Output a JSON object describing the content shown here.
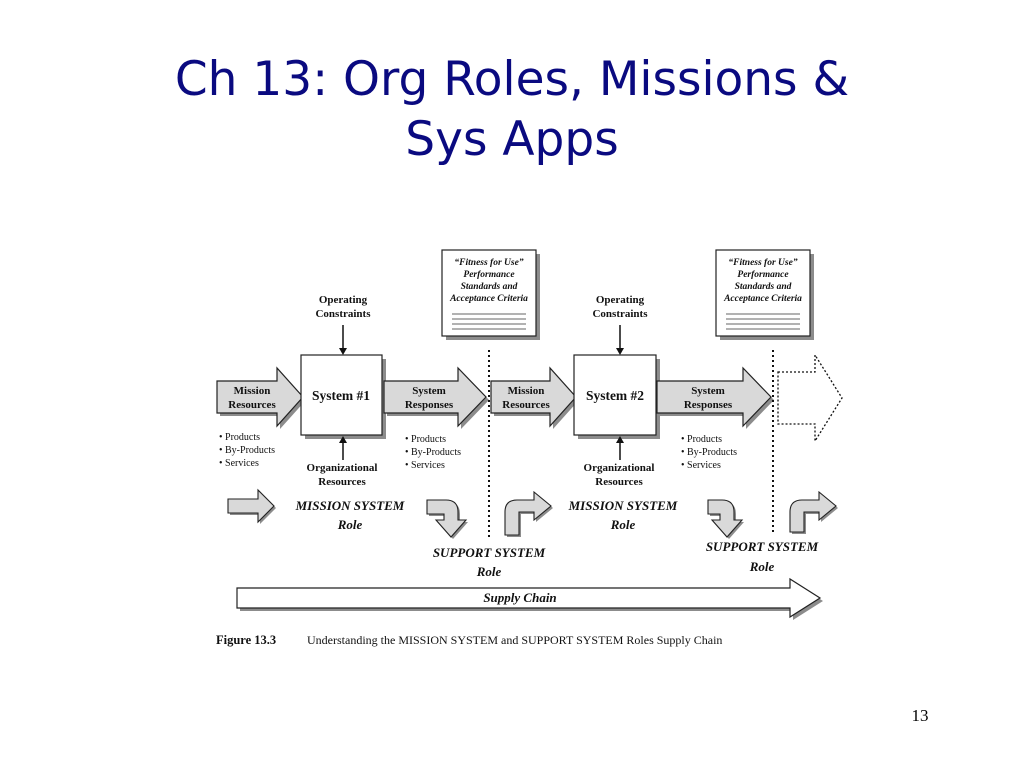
{
  "slide": {
    "title_line1": "Ch 13: Org Roles, Missions &",
    "title_line2": "Sys Apps",
    "page_number": "13"
  },
  "diagram": {
    "fitness_box_lines": [
      "“Fitness for Use”",
      "Performance",
      "Standards and",
      "Acceptance Criteria"
    ],
    "operating_constraints": [
      "Operating",
      "Constraints"
    ],
    "organizational_resources": [
      "Organizational",
      "Resources"
    ],
    "mission_resources": [
      "Mission",
      "Resources"
    ],
    "system_responses": [
      "System",
      "Responses"
    ],
    "system1_label": "System #1",
    "system2_label": "System #2",
    "outputs": [
      "• Products",
      "• By-Products",
      "• Services"
    ],
    "mission_system_role": [
      "MISSION SYSTEM",
      "Role"
    ],
    "support_system_role": [
      "SUPPORT SYSTEM",
      "Role"
    ],
    "supply_chain": "Supply Chain",
    "caption_label": "Figure 13.3",
    "caption_text": "Understanding the MISSION SYSTEM and SUPPORT SYSTEM Roles Supply Chain"
  },
  "colors": {
    "title": "#0a0a80",
    "arrow_fill": "#d9d9d9",
    "shadow": "#8c8c8c"
  }
}
